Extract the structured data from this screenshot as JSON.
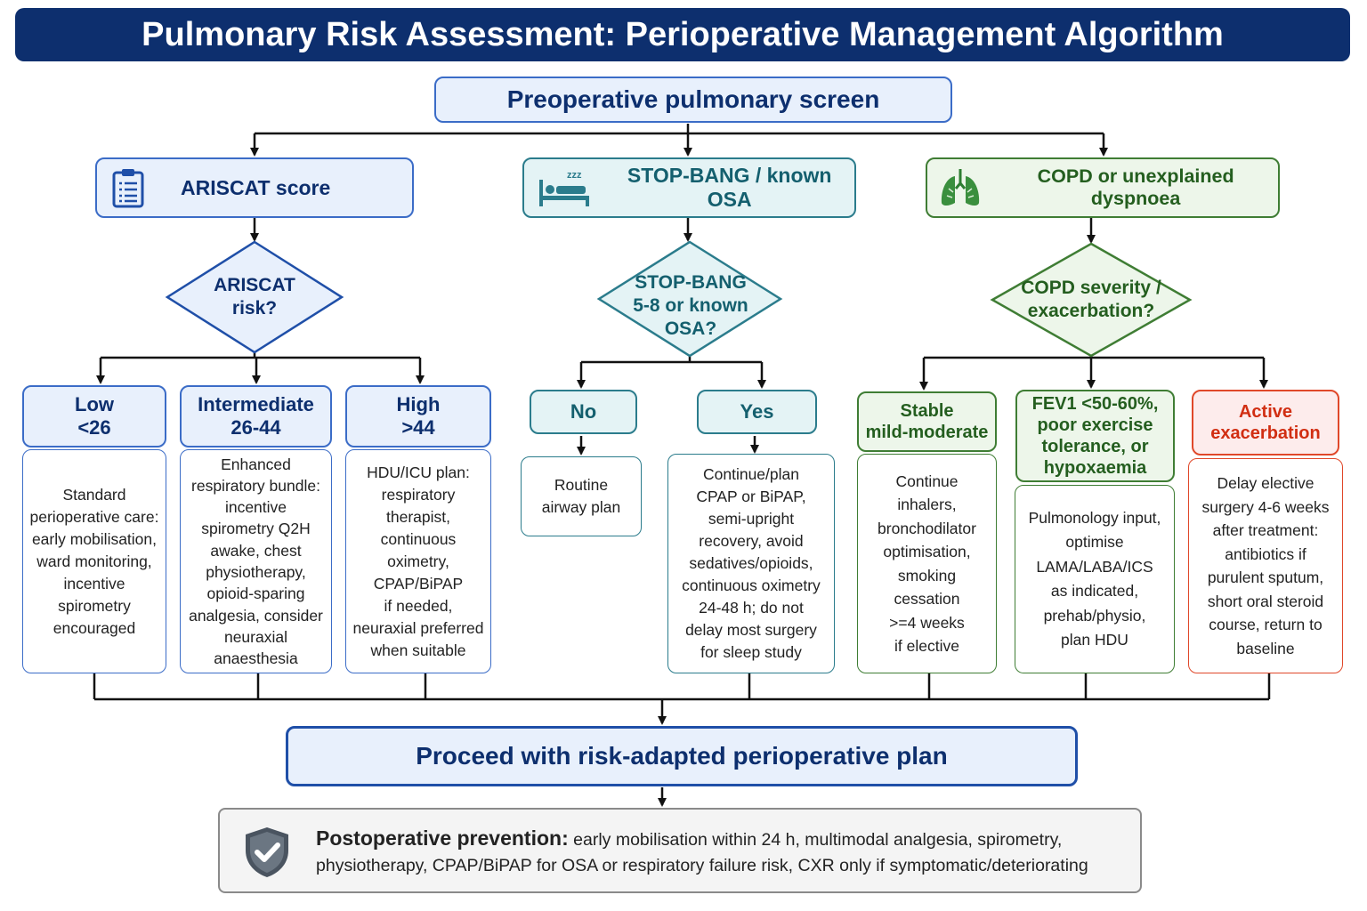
{
  "title": "Pulmonary Risk Assessment: Perioperative Management Algorithm",
  "screen": "Preoperative pulmonary screen",
  "categories": {
    "ariscat": {
      "label": "ARISCAT score",
      "icon": "clipboard-icon",
      "color": "#3b6cc7"
    },
    "stopbang": {
      "label": "STOP-BANG / known OSA",
      "icon": "sleeping-bed-icon",
      "color": "#2b7c8c"
    },
    "copd": {
      "label": "COPD or unexplained dyspnoea",
      "icon": "lungs-icon",
      "color": "#3f7d34"
    }
  },
  "decisions": {
    "ariscat": "ARISCAT\nrisk?",
    "stopbang": "STOP-BANG\n5-8 or known\nOSA?",
    "copd": "COPD severity /\nexacerbation?"
  },
  "outcomes": {
    "low": {
      "header": "Low\n<26",
      "body": "Standard\nperioperative care:\nearly mobilisation,\nward monitoring,\nincentive\nspirometry\nencouraged"
    },
    "intermediate": {
      "header": "Intermediate\n26-44",
      "body": "Enhanced\nrespiratory bundle:\nincentive\nspirometry Q2H\nawake, chest\nphysiotherapy,\nopioid-sparing\nanalgesia, consider\nneuraxial\nanaesthesia"
    },
    "high": {
      "header": "High\n>44",
      "body": "HDU/ICU plan:\nrespiratory\ntherapist,\ncontinuous\noximetry,\nCPAP/BiPAP\nif needed,\nneuraxial preferred\nwhen suitable"
    },
    "no": {
      "header": "No",
      "body": "Routine\nairway plan"
    },
    "yes": {
      "header": "Yes",
      "body": "Continue/plan\nCPAP or BiPAP,\nsemi-upright\nrecovery, avoid\nsedatives/opioids,\ncontinuous oximetry\n24-48 h; do not\ndelay most surgery\nfor sleep study"
    },
    "stable": {
      "header": "Stable\nmild-moderate",
      "body": "Continue\ninhalers,\nbronchodilator\noptimisation,\nsmoking\ncessation\n>=4 weeks\nif elective"
    },
    "severe": {
      "header": "FEV1 <50-60%,\npoor exercise\ntolerance, or\nhypoxaemia",
      "body": "Pulmonology input,\noptimise\nLAMA/LABA/ICS\nas indicated,\nprehab/physio,\nplan HDU"
    },
    "active": {
      "header": "Active\nexacerbation",
      "body": "Delay elective\nsurgery 4-6 weeks\nafter treatment:\nantibiotics if\npurulent sputum,\nshort oral steroid\ncourse, return to\nbaseline"
    }
  },
  "proceed": "Proceed with risk-adapted perioperative plan",
  "postoperative": {
    "icon": "shield-check-icon",
    "heading": "Postoperative prevention:",
    "text": "early mobilisation within 24 h, multimodal analgesia, spirometry, physiotherapy, CPAP/BiPAP for OSA or respiratory failure risk, CXR only if symptomatic/deteriorating"
  }
}
